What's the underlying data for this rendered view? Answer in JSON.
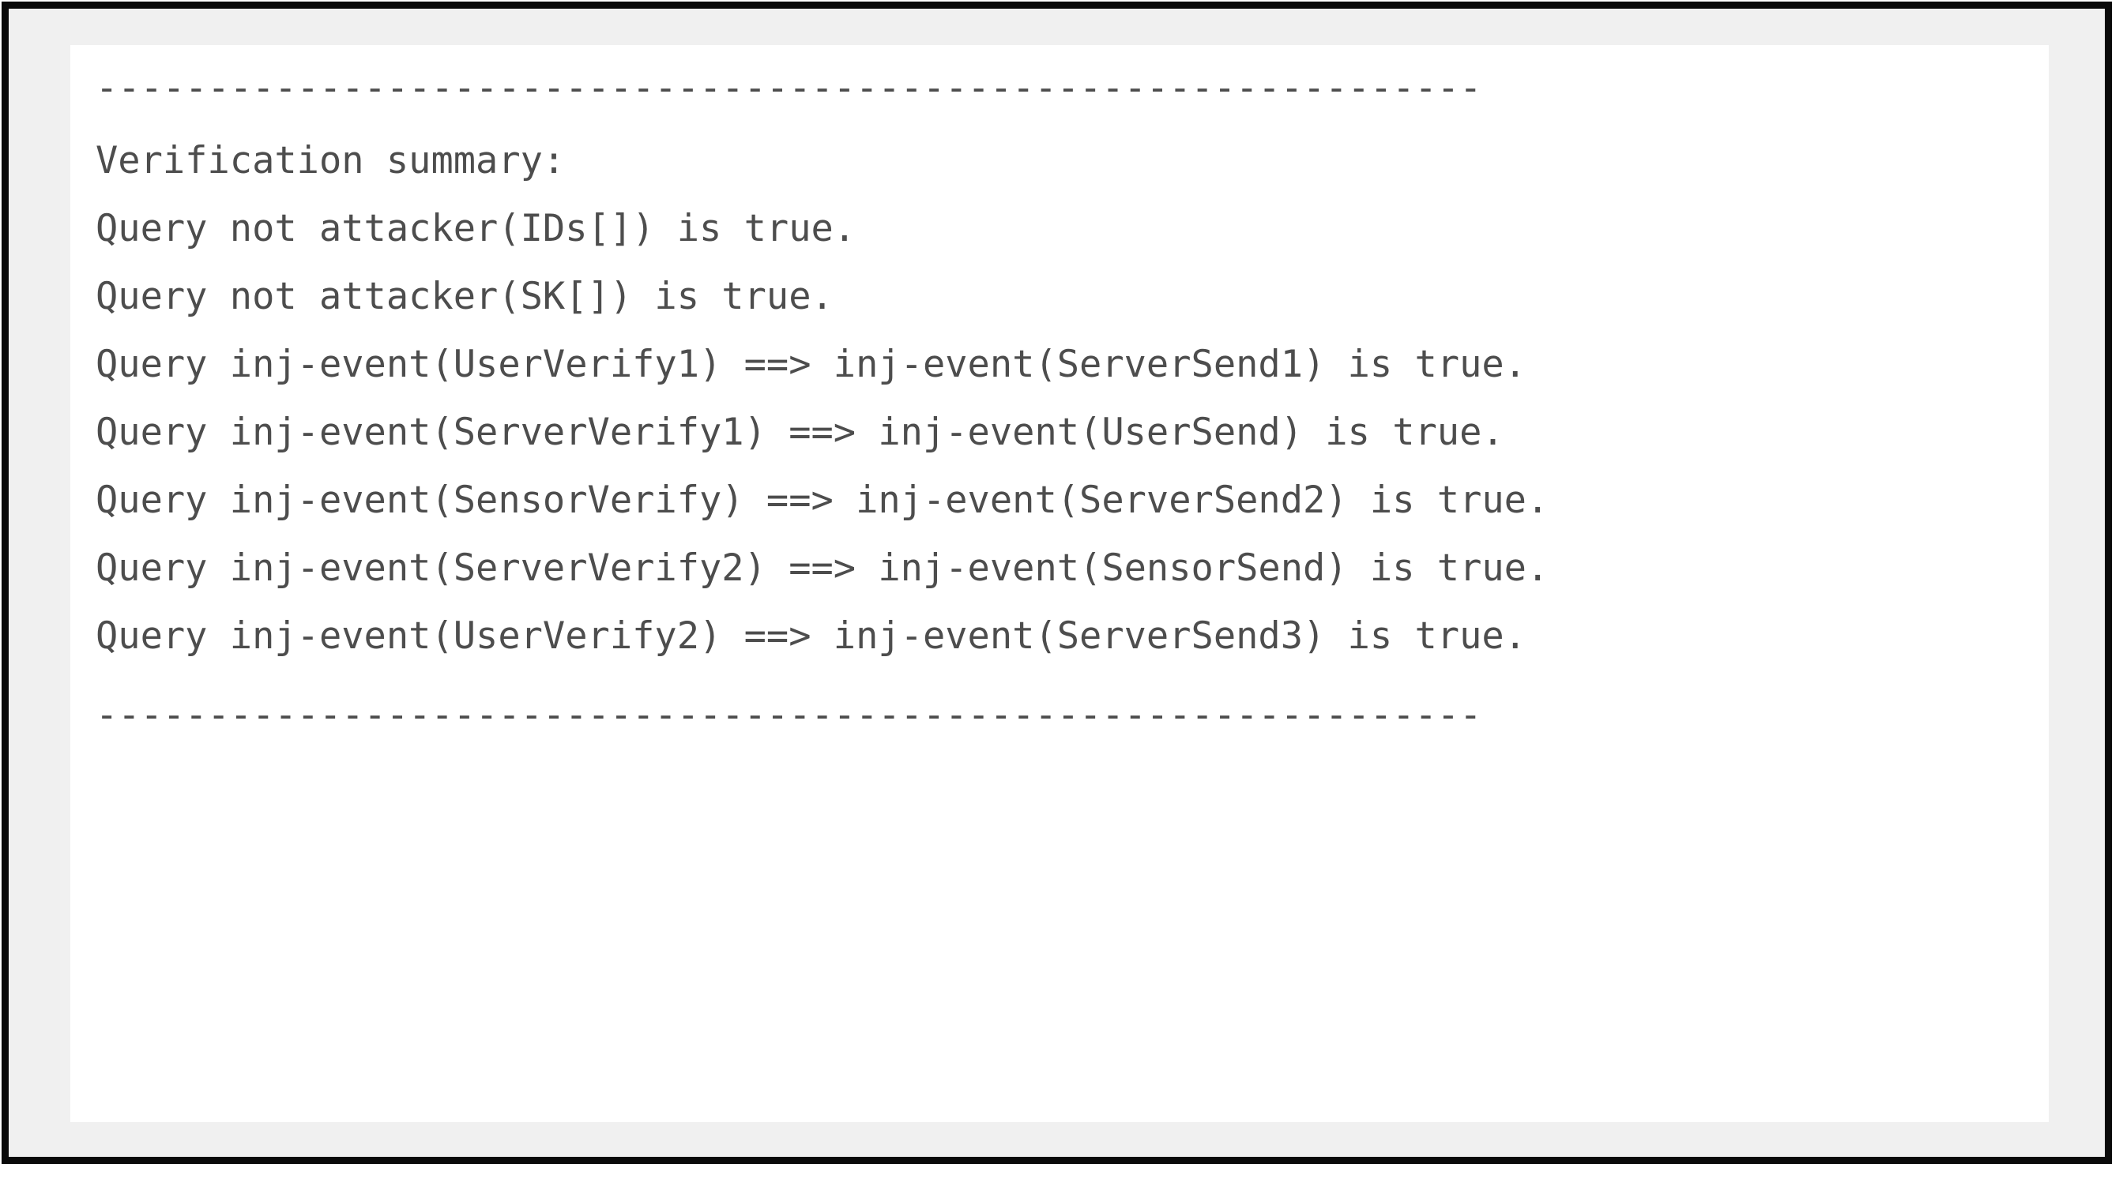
{
  "figure": {
    "kind": "proverif-verification-console-output",
    "border_color": "#0a0a0a",
    "frame_background": "#f0f0f0",
    "panel_background": "#ffffff",
    "text_color": "#4d4d4d"
  },
  "console": {
    "top_rule": "--------------------------------------------------------------",
    "heading": "Verification summary:",
    "bottom_rule": "--------------------------------------------------------------",
    "results": [
      {
        "text": "Query not attacker(IDs[]) is true.",
        "query": "not attacker(IDs[])",
        "verdict": "true"
      },
      {
        "text": "Query not attacker(SK[]) is true.",
        "query": "not attacker(SK[])",
        "verdict": "true"
      },
      {
        "text": "Query inj-event(UserVerify1) ==> inj-event(ServerSend1) is true.",
        "query": "inj-event(UserVerify1) ==> inj-event(ServerSend1)",
        "verdict": "true"
      },
      {
        "text": "Query inj-event(ServerVerify1) ==> inj-event(UserSend) is true.",
        "query": "inj-event(ServerVerify1) ==> inj-event(UserSend)",
        "verdict": "true"
      },
      {
        "text": "Query inj-event(SensorVerify) ==> inj-event(ServerSend2) is true.",
        "query": "inj-event(SensorVerify) ==> inj-event(ServerSend2)",
        "verdict": "true"
      },
      {
        "text": "Query inj-event(ServerVerify2) ==> inj-event(SensorSend) is true.",
        "query": "inj-event(ServerVerify2) ==> inj-event(SensorSend)",
        "verdict": "true"
      },
      {
        "text": "Query inj-event(UserVerify2) ==> inj-event(ServerSend3) is true.",
        "query": "inj-event(UserVerify2) ==> inj-event(ServerSend3)",
        "verdict": "true"
      }
    ]
  }
}
